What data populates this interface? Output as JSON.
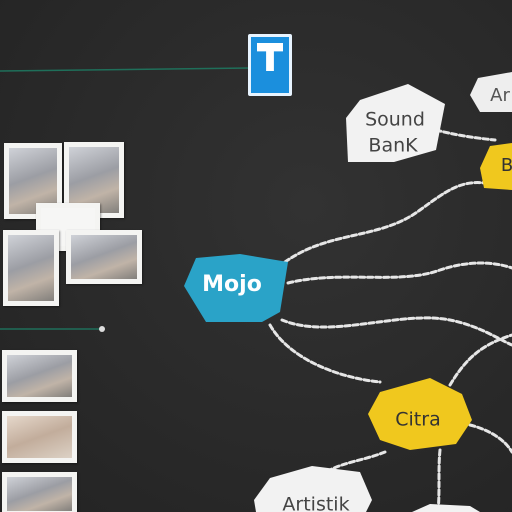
{
  "nodes": {
    "sound_bank": {
      "line1": "Sound",
      "line2": "BanK"
    },
    "ar_partial": "Ar",
    "b_partial": "B",
    "mojo": "Mojo",
    "citra": "Citra",
    "artistik_partial": "Artistik"
  },
  "colors": {
    "board_background": "#2b2b2b",
    "mojo_node": "#2aa3c8",
    "yellow_node": "#f0c81e",
    "white_node": "#f2f2f2",
    "connector": "#e8e8e8",
    "tag_icon": "#1b8fdd"
  },
  "icons": {
    "top_tag": "tag-icon"
  }
}
